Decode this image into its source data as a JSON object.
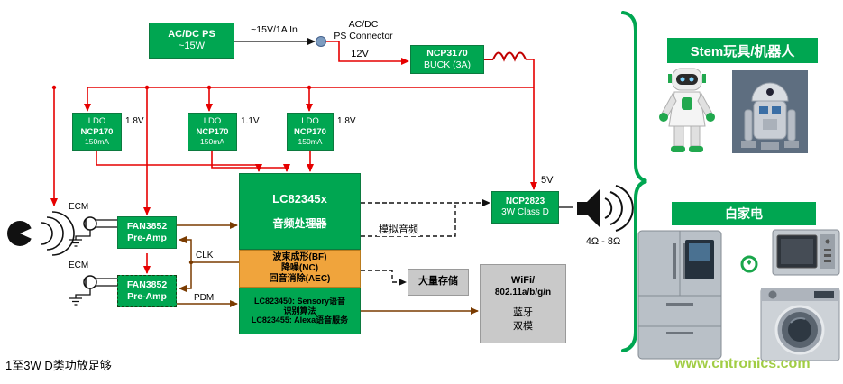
{
  "blocks": {
    "acdc": {
      "l1": "AC/DC PS",
      "l2": "~15W"
    },
    "buck": {
      "l1": "NCP3170",
      "l2": "BUCK (3A)"
    },
    "ldo1": {
      "l1": "LDO",
      "l2": "NCP170",
      "l3": "150mA",
      "vout": "1.8V"
    },
    "ldo2": {
      "l1": "LDO",
      "l2": "NCP170",
      "l3": "150mA",
      "vout": "1.1V"
    },
    "ldo3": {
      "l1": "LDO",
      "l2": "NCP170",
      "l3": "150mA",
      "vout": "1.8V"
    },
    "preamp1": {
      "l1": "FAN3852",
      "l2": "Pre-Amp"
    },
    "preamp2": {
      "l1": "FAN3852",
      "l2": "Pre-Amp"
    },
    "soc": {
      "l1": "LC82345x",
      "l2": "音频处理器"
    },
    "dsp": {
      "l1": "波束成形(BF)",
      "l2": "降噪(NC)",
      "l3": "回音消除(AEC)"
    },
    "sw": {
      "l1": "LC823450: Sensory语音",
      "l2": "识别算法",
      "l3": "LC823455: Alexa语音服务"
    },
    "amp": {
      "l1": "NCP2823",
      "l2": "3W Class D"
    },
    "storage": {
      "l1": "大量存储"
    },
    "wifi": {
      "l1": "WiFi/",
      "l2": "802.11a/b/g/n",
      "l3": "蓝牙",
      "l4": "双模"
    }
  },
  "labels": {
    "vin": "~15V/1A In",
    "connector1": "AC/DC",
    "connector2": "PS Connector",
    "v12": "12V",
    "v5": "5V",
    "ecm1": "ECM",
    "ecm2": "ECM",
    "clk": "CLK",
    "pdm": "PDM",
    "analog": "模拟音频",
    "impedance": "4Ω - 8Ω",
    "footnote": "1至3W D类功放足够"
  },
  "applications": {
    "toys": "Stem玩具/机器人",
    "appliances": "白家电"
  },
  "watermark": "www.cntronics.com",
  "colors": {
    "block_green": "#00A651",
    "dsp_orange": "#F0A43C",
    "peripheral_gray": "#C9C9C9",
    "power_red": "#E60000",
    "signal_brown": "#7A3B00"
  }
}
